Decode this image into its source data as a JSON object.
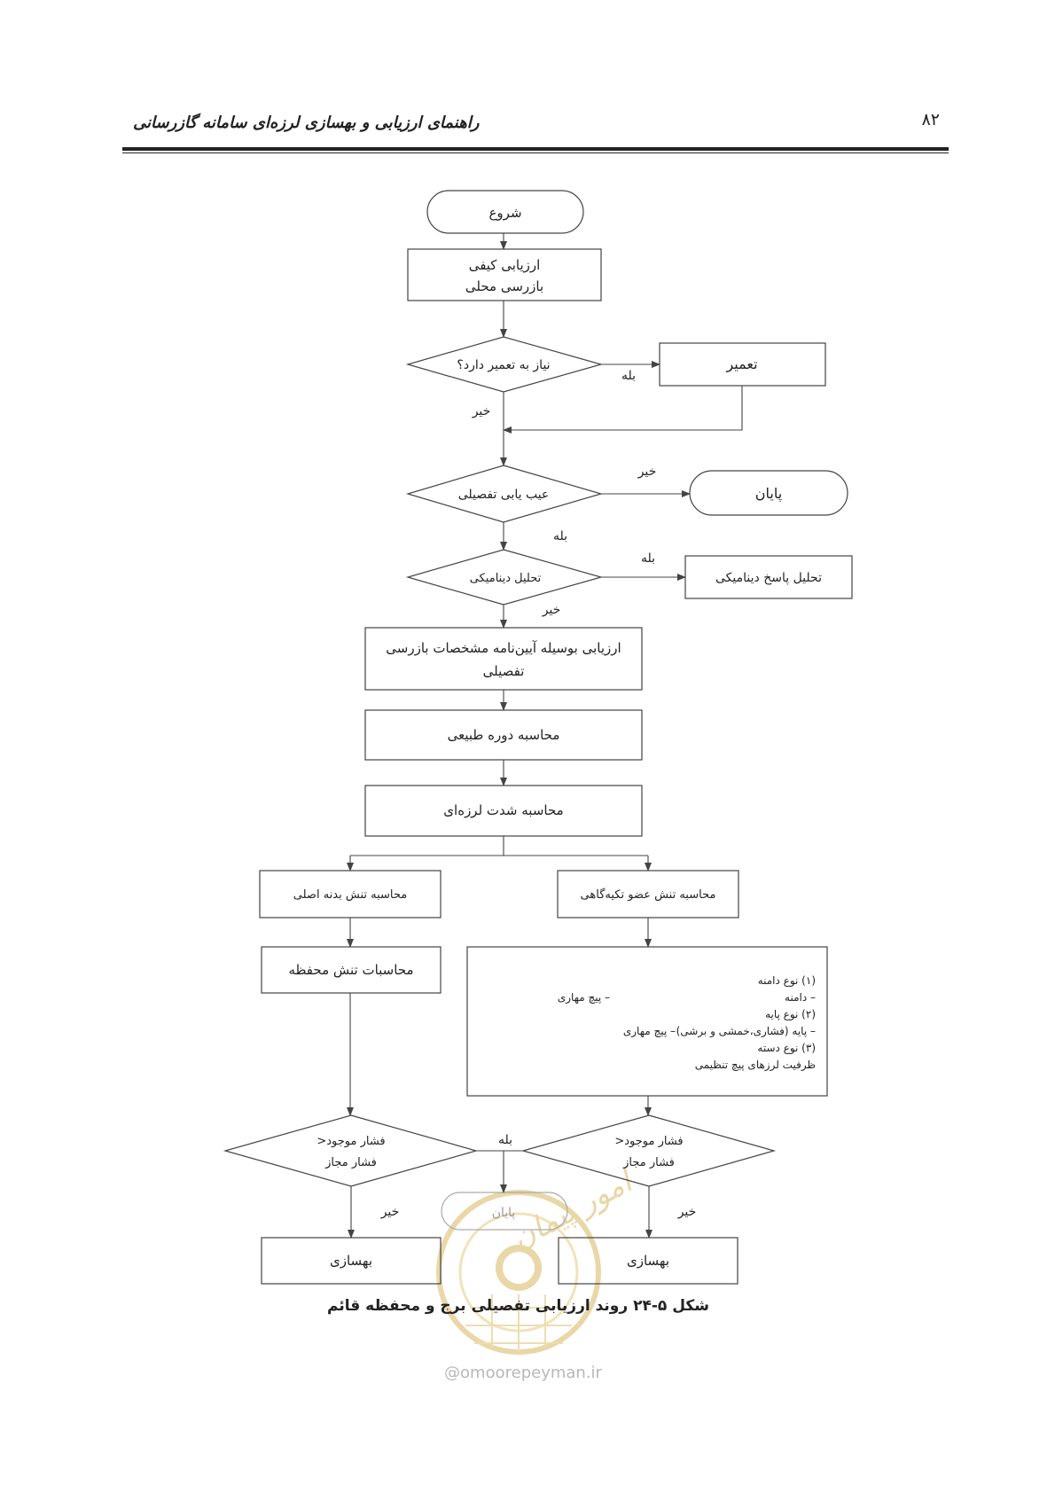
{
  "header": {
    "title": "راهنمای ارزیابی و بهسازی لرزه‌ای سامانه گازرسانی",
    "page_number": "۸۲"
  },
  "nodes": {
    "start": "شروع",
    "qualitative_1": "ارزیابی کیفی",
    "qualitative_2": "بازرسی محلی",
    "repair_decision": "نیاز به تعمیر دارد؟",
    "repair": "تعمیر",
    "detailed_defect": "عیب یابی تفصیلی",
    "end_top": "پایان",
    "dynamic_decision": "تحلیل دینامیکی",
    "dynamic_response": "تحلیل پاسخ دینامیکی",
    "code_eval_1": "ارزیابی بوسیله آیین‌نامه مشخصات بازرسی",
    "code_eval_2": "تفصیلی",
    "natural_period": "محاسبه دوره طبیعی",
    "seismic_intensity": "محاسبه شدت لرزه‌ای",
    "main_body_stress": "محاسبه تنش بدنه اصلی",
    "support_stress": "محاسبه تنش عضو تکیه‌گاهی",
    "shell_stress": "محاسبات تنش محفظه",
    "pressure_1": "فشار موجود<",
    "pressure_2": "فشار مجاز",
    "end_bottom": "پایان",
    "retrofit": "بهسازی"
  },
  "support_types": {
    "line1": "(۱) نوع دامنه",
    "line2a": "– دامنه",
    "line2b": "–    پیچ مهاری",
    "line3": "(۲) نوع پایه",
    "line4a": "–  پایه (فشاری،خمشی و برشی)",
    "line4b": "–    پیچ مهاری",
    "line5": "(۳) نوع دسته",
    "line6": "ظرفیت لرزهای پیچ تنظیمی"
  },
  "edge_labels": {
    "yes": "بله",
    "no": "خیر"
  },
  "caption": "شکل ۵-۲۴ روند ارزیابی تفصیلی برج و محفظه قائم",
  "watermark": {
    "logo_text": "امور پیمان",
    "site": "@omoorepeyman.ir"
  },
  "colors": {
    "line": "#444444",
    "watermark": "#d9b860"
  }
}
